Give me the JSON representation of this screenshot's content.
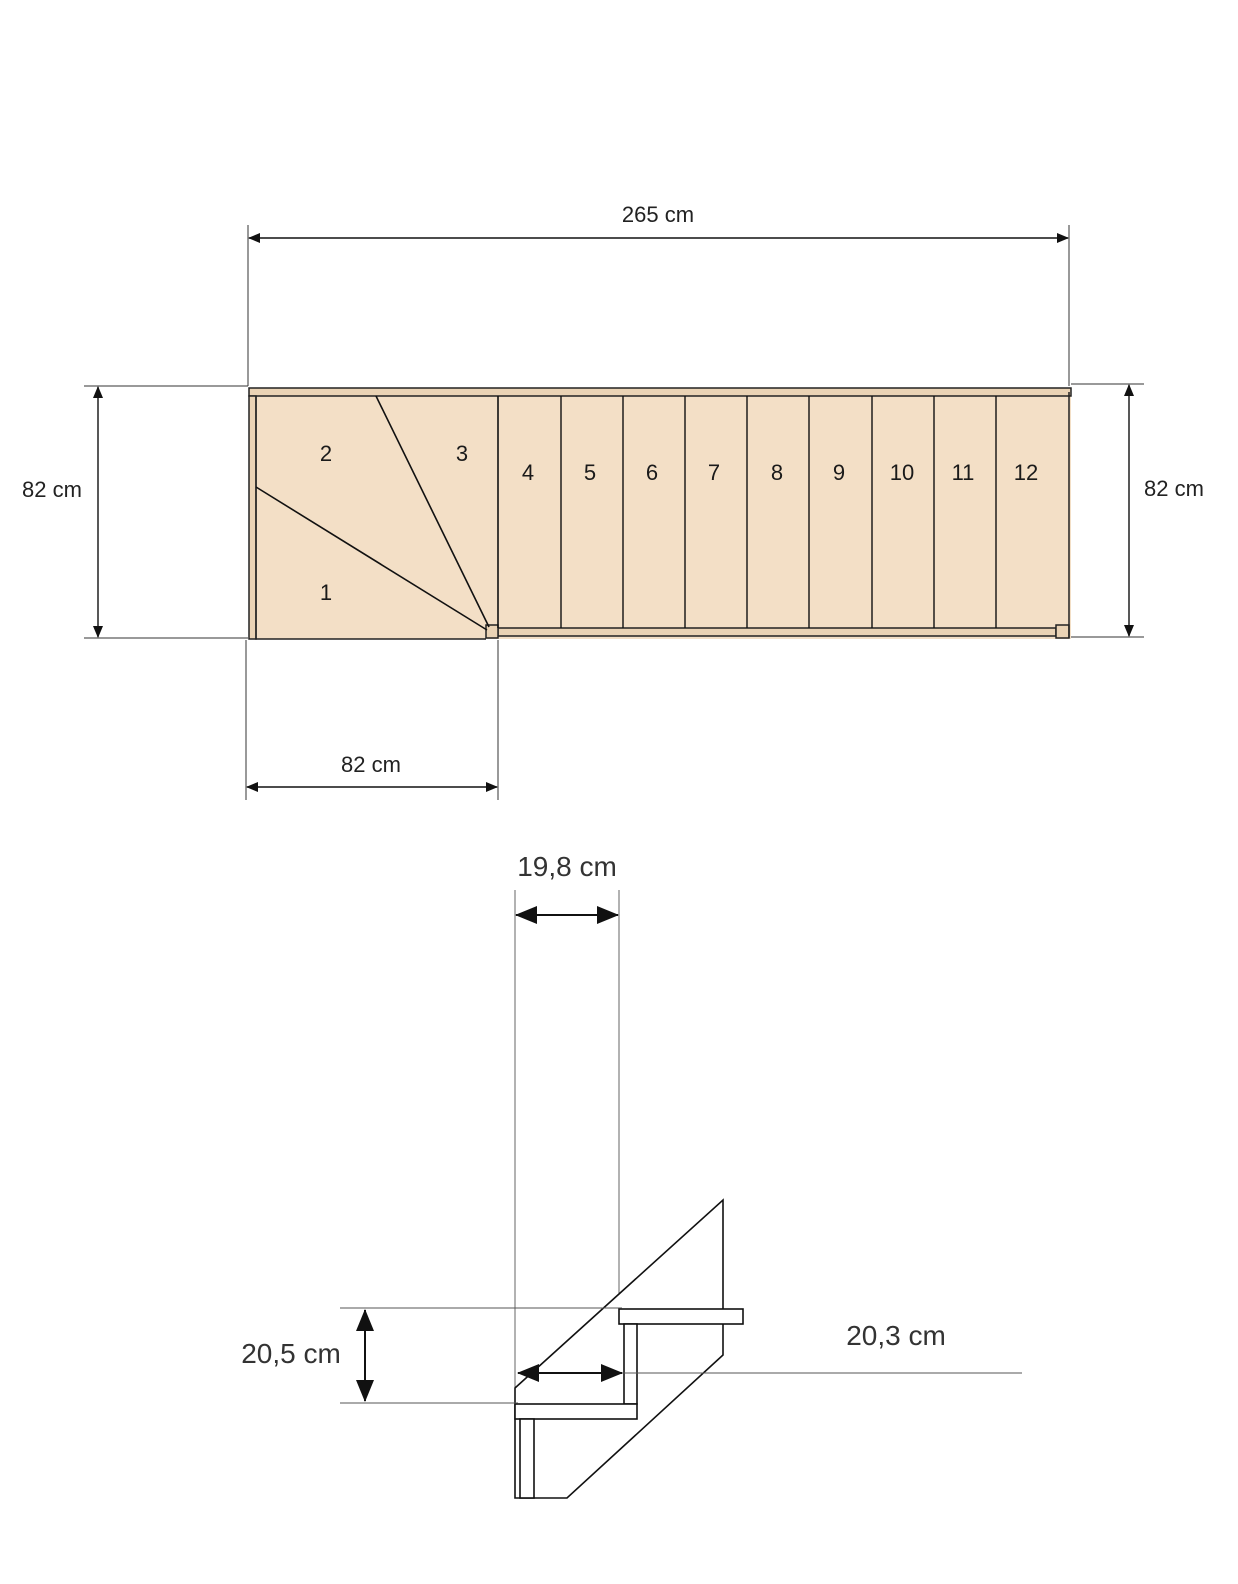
{
  "plan": {
    "width_label": "265 cm",
    "left_height_label": "82 cm",
    "right_height_label": "82 cm",
    "bottom_width_label": "82 cm",
    "steps": [
      "1",
      "2",
      "3",
      "4",
      "5",
      "6",
      "7",
      "8",
      "9",
      "10",
      "11",
      "12"
    ]
  },
  "section": {
    "going_label": "19,8 cm",
    "rise_label": "20,5 cm",
    "tread_label": "20,3 cm"
  },
  "colors": {
    "wood": "#f3dfc6",
    "line": "#111111"
  }
}
